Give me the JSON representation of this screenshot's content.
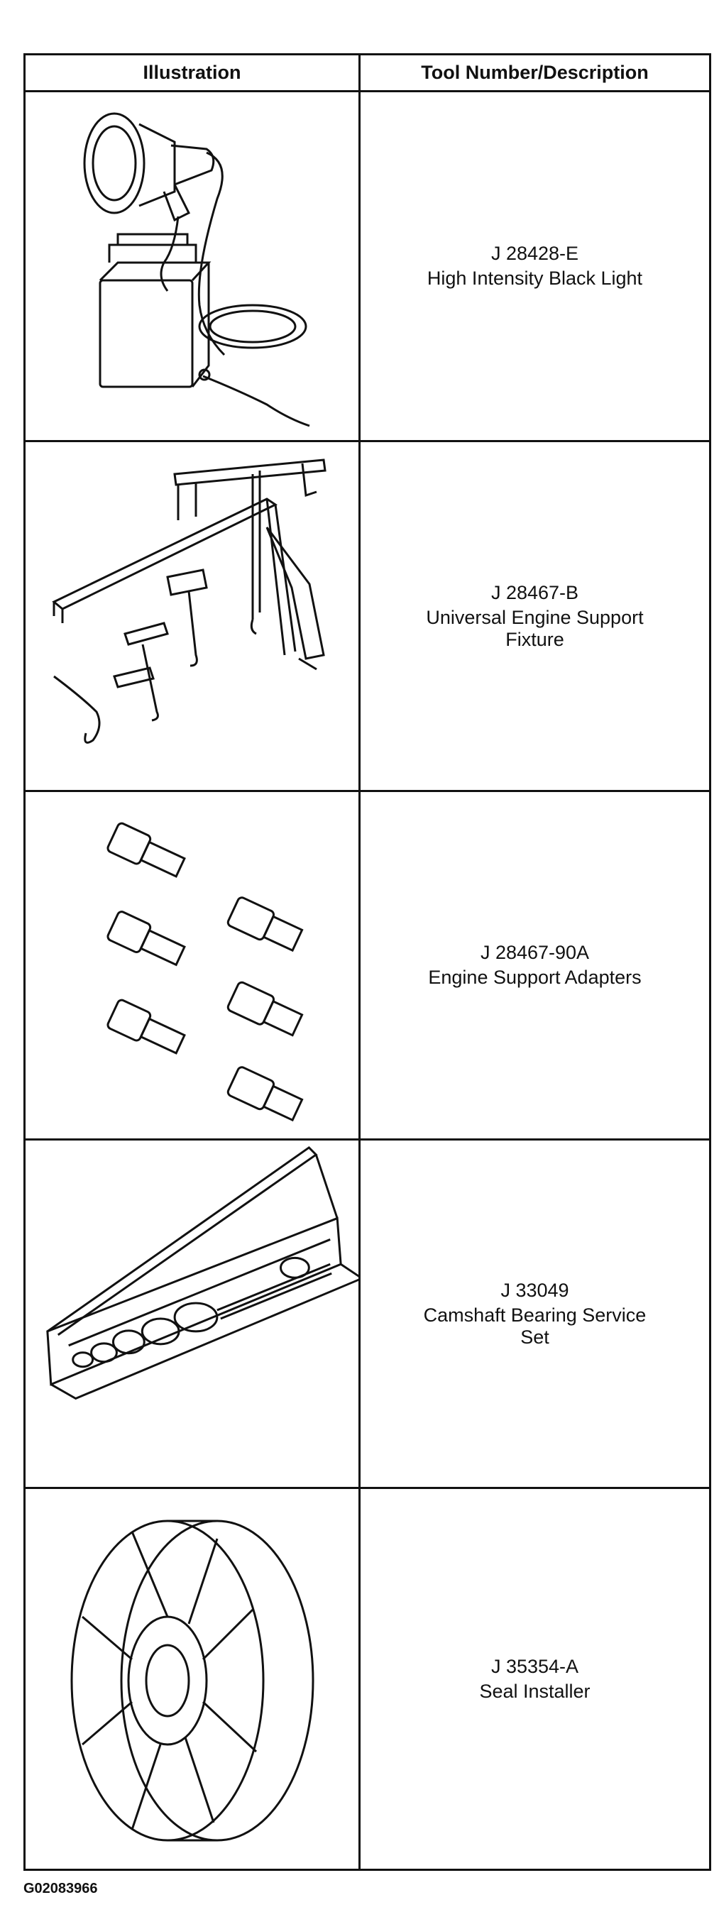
{
  "table": {
    "header": {
      "illustration": "Illustration",
      "description": "Tool Number/Description"
    },
    "rows": [
      {
        "number": "J 28428-E",
        "description": "High Intensity Black Light",
        "icon": "black-light-icon"
      },
      {
        "number": "J 28467-B",
        "description": "Universal Engine Support Fixture",
        "icon": "engine-support-fixture-icon"
      },
      {
        "number": "J 28467-90A",
        "description": "Engine Support Adapters",
        "icon": "adapters-icon"
      },
      {
        "number": "J 33049",
        "description": "Camshaft Bearing Service Set",
        "icon": "camshaft-kit-icon"
      },
      {
        "number": "J 35354-A",
        "description": "Seal Installer",
        "icon": "seal-installer-icon"
      }
    ]
  },
  "footer": {
    "code": "G02083966"
  }
}
